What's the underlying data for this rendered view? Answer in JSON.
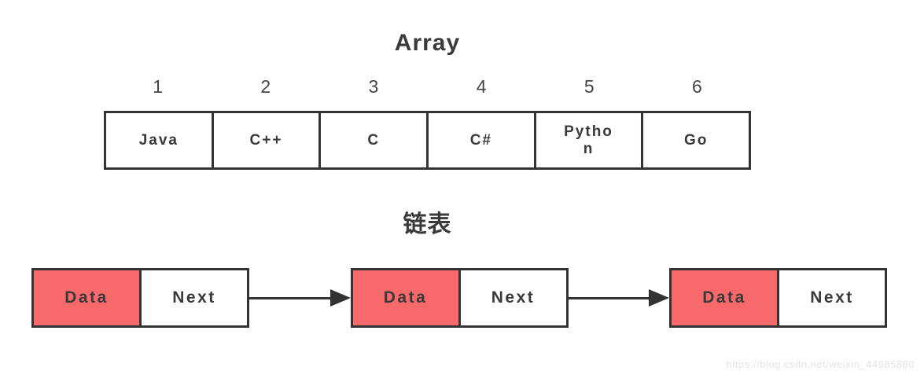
{
  "array_section": {
    "title": "Array",
    "indices": [
      "1",
      "2",
      "3",
      "4",
      "5",
      "6"
    ],
    "cells": [
      "Java",
      "C++",
      "C",
      "C#",
      "Python",
      "Go"
    ]
  },
  "linked_list_section": {
    "title": "链表",
    "nodes": [
      {
        "data": "Data",
        "next": "Next"
      },
      {
        "data": "Data",
        "next": "Next"
      },
      {
        "data": "Data",
        "next": "Next"
      }
    ]
  },
  "watermark": "https://blog.csdn.net/weixin_44985880",
  "colors": {
    "border": "#333333",
    "text": "#3a3a3a",
    "data_cell_fill": "#f8696b",
    "watermark_text": "#e3e3e6"
  }
}
